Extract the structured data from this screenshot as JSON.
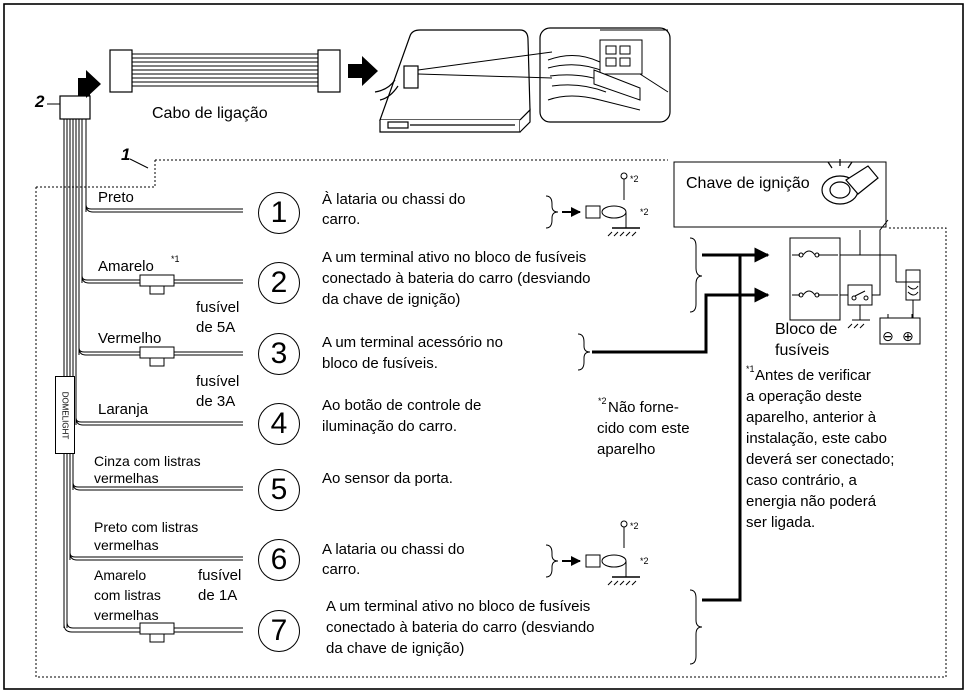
{
  "harness": {
    "cable_label": "Cabo de ligação",
    "marker_1": "1",
    "marker_2": "2",
    "domelight_label": "DOMELIGHT"
  },
  "wires": [
    {
      "num": "1",
      "color": "Preto",
      "desc": [
        "À lataria ou chassi do",
        "carro."
      ]
    },
    {
      "num": "2",
      "color": "Amarelo",
      "note": "*1",
      "desc": [
        "A um terminal ativo no bloco de fusíveis",
        "conectado à bateria do carro (desviando",
        "da chave de ignição)"
      ]
    },
    {
      "num": "3",
      "color": "Vermelho",
      "desc": [
        "A um terminal acessório no",
        "bloco de fusíveis."
      ]
    },
    {
      "num": "4",
      "color": "Laranja",
      "desc": [
        "Ao botão de controle de",
        "iluminação do carro."
      ]
    },
    {
      "num": "5",
      "color": [
        "Cinza com listras",
        "vermelhas"
      ],
      "desc": [
        "Ao sensor da porta."
      ]
    },
    {
      "num": "6",
      "color": [
        "Preto com listras",
        "vermelhas"
      ],
      "desc": [
        "A lataria ou chassi do",
        "carro."
      ]
    },
    {
      "num": "7",
      "color": [
        "Amarelo",
        "com listras",
        "vermelhas"
      ],
      "desc": [
        "A um terminal ativo no bloco de fusíveis",
        "conectado à bateria do carro (desviando",
        "da chave de ignição)"
      ]
    }
  ],
  "fuses": {
    "fuse_5a": [
      "fusível",
      "de 5A"
    ],
    "fuse_3a": [
      "fusível",
      "de 3A"
    ],
    "fuse_1a": [
      "fusível",
      "de 1A"
    ]
  },
  "ignition_label": "Chave de ignição",
  "fuse_block_label": [
    "Bloco de",
    "fusíveis"
  ],
  "notes": {
    "star1": "*1",
    "star2": "*2",
    "note_2_lines": [
      "Não forne-",
      "cido com este",
      "aparelho"
    ],
    "note_1_lines": [
      "Antes de verificar",
      "a operação deste",
      "aparelho, anterior à",
      "instalação, este cabo",
      "deverá ser conectado;",
      "caso contrário, a",
      "energia não poderá",
      "ser ligada."
    ]
  },
  "battery_symbols": {
    "minus": "⊖",
    "plus": "⊕"
  }
}
